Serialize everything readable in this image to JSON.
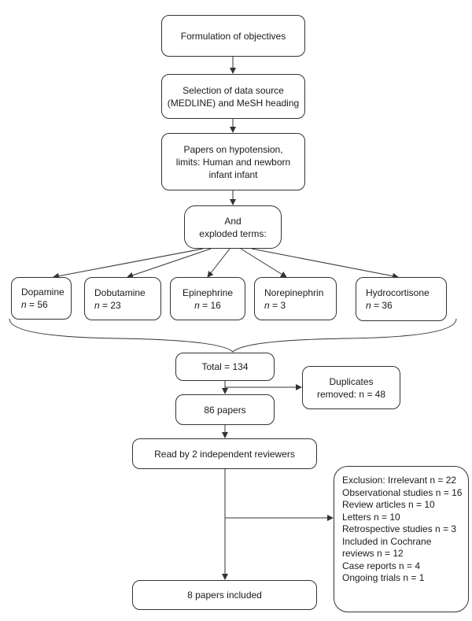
{
  "steps": {
    "objectives": "Formulation of objectives",
    "data_source": "Selection of data source\n(MEDLINE) and MeSH heading",
    "papers": "Papers on hypotension,\nlimits: Human and newborn\ninfant infant",
    "exploded": "And\nexploded terms:",
    "total": "Total = 134",
    "duplicates": "Duplicates\nremoved: n = 48",
    "papers86": "86 papers",
    "reviewers": "Read by 2 independent reviewers",
    "included": "8 papers included"
  },
  "drugs": [
    {
      "name": "Dopamine",
      "count": "= 56"
    },
    {
      "name": "Dobutamine",
      "count": "= 23"
    },
    {
      "name": "Epinephrine",
      "count": "= 16"
    },
    {
      "name": "Norepinephrin",
      "count": "= 3"
    },
    {
      "name": "Hydrocortisone",
      "count": "= 36"
    }
  ],
  "n_label": "n",
  "exclusion": [
    "Exclusion: Irrelevant n = 22",
    "Observational studies n = 16",
    "Review articles n = 10",
    "Letters n = 10",
    "Retrospective studies n = 3",
    "Included in Cochrane",
    "reviews n = 12",
    "Case reports n = 4",
    "Ongoing trials n = 1"
  ]
}
